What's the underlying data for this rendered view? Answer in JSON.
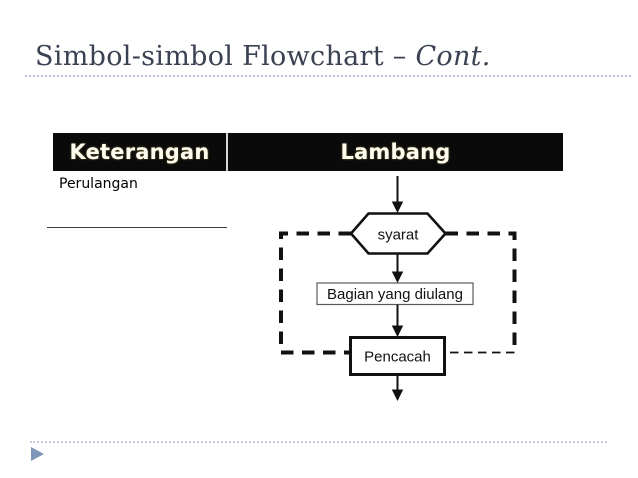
{
  "slide": {
    "title_main": "Simbol-simbol Flowchart – ",
    "title_cont": "Cont."
  },
  "table": {
    "header_keterangan": "Keterangan",
    "header_lambang": "Lambang",
    "row_label": "Perulangan"
  },
  "flowchart": {
    "condition": "syarat",
    "loop_body": "Bagian yang diulang",
    "counter": "Pencacah"
  },
  "colors": {
    "title_text": "#3a4252",
    "dotted_rule": "#b8c2d4",
    "bullet_triangle": "#7d96b7",
    "header_background": "#0a0a0a",
    "header_text": "#fffdf0",
    "diagram_line": "#111111"
  }
}
